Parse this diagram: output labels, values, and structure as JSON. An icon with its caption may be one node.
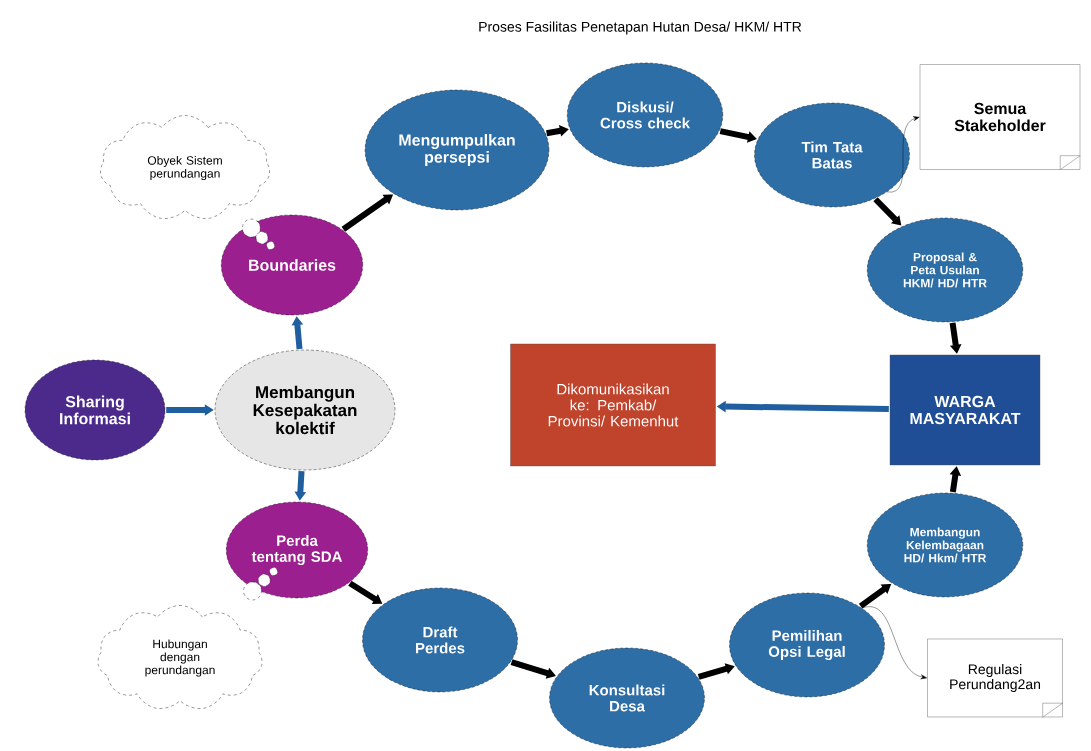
{
  "diagram": {
    "title": "Proses Fasilitas Penetapan Hutan Desa/ HKM/ HTR",
    "nodes": [
      {
        "text": [
          "Sharing Informasi"
        ]
      },
      {
        "text": [
          "Membangun Kesepakatan kolektif"
        ]
      },
      {
        "text": [
          "Boundaries"
        ]
      },
      {
        "text": [
          "Obyek Sistem perundangan"
        ]
      },
      {
        "text": [
          "Mengumpulkan persepsi"
        ]
      },
      {
        "text": [
          "Diskusi/ Cross check"
        ]
      },
      {
        "text": [
          "Tim Tata Batas"
        ]
      },
      {
        "text": [
          "Semua Stakeholder"
        ]
      },
      {
        "text": [
          "Proposal & Peta Usulan HKM/ HD/ HTR"
        ]
      },
      {
        "text": [
          "WARGA MASYARAKAT"
        ]
      },
      {
        "text": [
          "Dikomunikasikan ke: Pemkab/ Provinsi/ Kemenhut"
        ]
      },
      {
        "text": [
          "Membangun Kelembagaan HD/ Hkm/ HTR"
        ]
      },
      {
        "text": [
          "Pemilihan Opsi Legal"
        ]
      },
      {
        "text": [
          "Regulasi Perundang2an"
        ]
      },
      {
        "text": [
          "Konsultasi Desa"
        ]
      },
      {
        "text": [
          "Draft Perdes"
        ]
      },
      {
        "text": [
          "Perda tentang SDA"
        ]
      },
      {
        "text": [
          "Hubungan dengan perundangan"
        ]
      }
    ],
    "edges": [
      {
        "from": 0,
        "to": 1,
        "arrow": "to",
        "color": "#1f5fa0"
      },
      {
        "from": 1,
        "to": 2,
        "arrow": "to",
        "color": "#1f5fa0"
      },
      {
        "from": 1,
        "to": 16,
        "arrow": "to",
        "color": "#1f5fa0"
      },
      {
        "from": 2,
        "to": 4,
        "arrow": "to"
      },
      {
        "from": 4,
        "to": 5,
        "arrow": "to"
      },
      {
        "from": 5,
        "to": 6,
        "arrow": "to"
      },
      {
        "from": 6,
        "to": 7,
        "arrow": "to"
      },
      {
        "from": 6,
        "to": 8,
        "arrow": "to"
      },
      {
        "from": 8,
        "to": 9,
        "arrow": "to"
      },
      {
        "from": 9,
        "to": 10,
        "arrow": "to",
        "color": "#1f5fa0"
      },
      {
        "from": 16,
        "to": 15,
        "arrow": "to"
      },
      {
        "from": 15,
        "to": 14,
        "arrow": "to"
      },
      {
        "from": 14,
        "to": 12,
        "arrow": "to"
      },
      {
        "from": 12,
        "to": 11,
        "arrow": "to"
      },
      {
        "from": 11,
        "to": 9,
        "arrow": "to"
      },
      {
        "from": 12,
        "to": 13,
        "arrow": "to"
      }
    ]
  }
}
